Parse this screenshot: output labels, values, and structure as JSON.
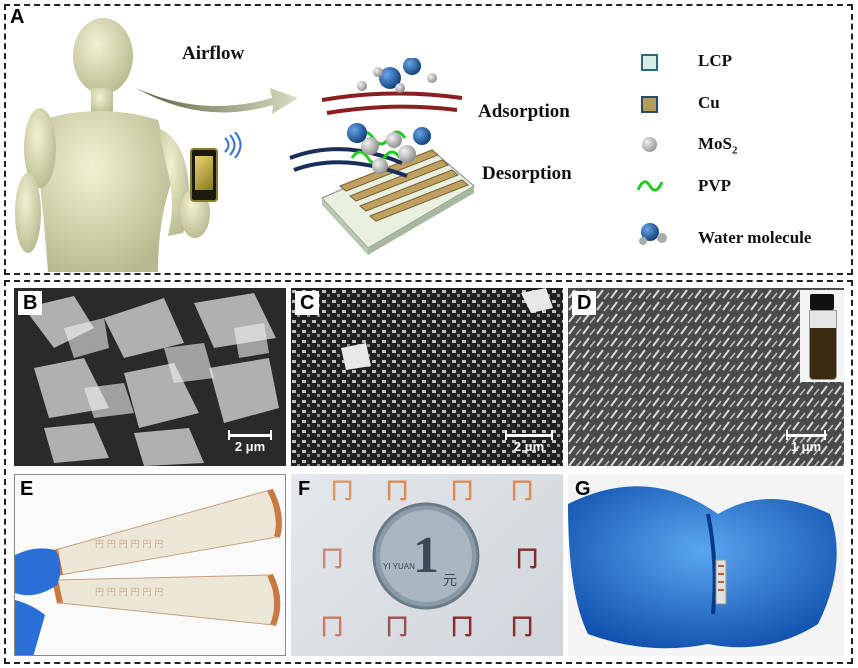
{
  "panel_a": {
    "label": "A",
    "airflow": "Airflow",
    "adsorption": "Adsorption",
    "desorption": "Desorption",
    "legend": [
      {
        "icon": "lcp-square-icon",
        "label": "LCP",
        "color": "#d8efe8"
      },
      {
        "icon": "cu-square-icon",
        "label": "Cu",
        "color": "#b89a5a"
      },
      {
        "icon": "mos2-sphere-icon",
        "label": "MoS2",
        "label_sub": "2",
        "label_main": "MoS",
        "color": "#9a9a9a"
      },
      {
        "icon": "pvp-wave-icon",
        "label": "PVP",
        "color": "#22cc22"
      },
      {
        "icon": "water-molecule-icon",
        "label": "Water molecule",
        "color": "#1a5fa8"
      }
    ]
  },
  "panels": {
    "b": {
      "label": "B",
      "scale": "2 μm"
    },
    "c": {
      "label": "C",
      "scale": "2 μm"
    },
    "d": {
      "label": "D",
      "scale": "1 μm"
    },
    "e": {
      "label": "E"
    },
    "f": {
      "label": "F",
      "coin_numeral": "1",
      "coin_unit": "元",
      "coin_text": "YI YUAN"
    },
    "g": {
      "label": "G"
    }
  }
}
